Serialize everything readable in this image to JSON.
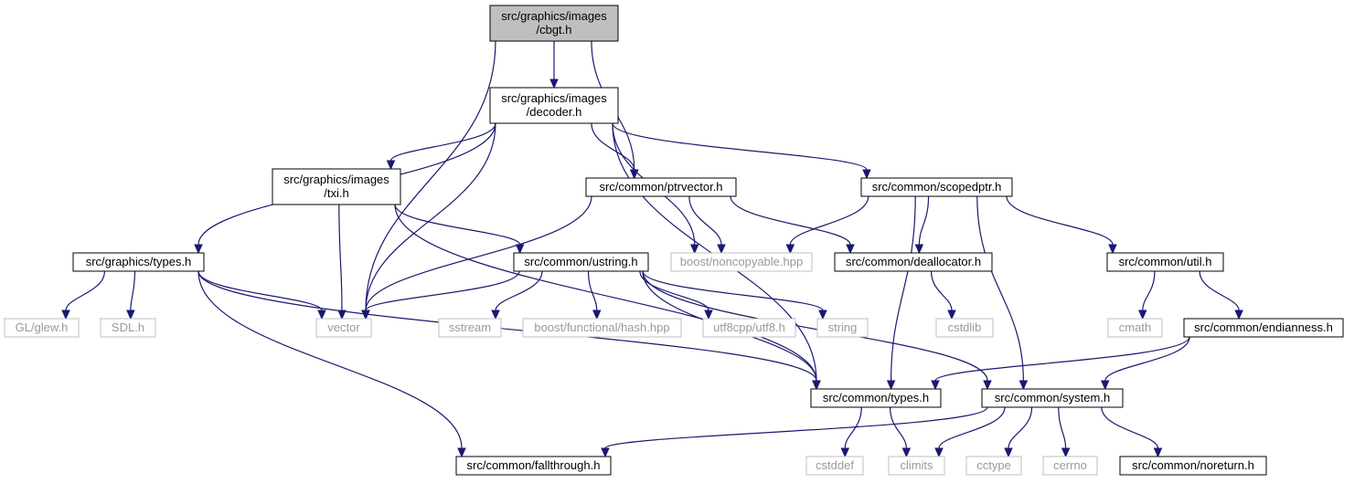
{
  "graph": {
    "nodes": [
      {
        "id": "cbgt",
        "lines": [
          "src/graphics/images",
          "/cbgt.h"
        ],
        "kind": "root"
      },
      {
        "id": "decoder",
        "lines": [
          "src/graphics/images",
          "/decoder.h"
        ],
        "kind": "header"
      },
      {
        "id": "txi",
        "lines": [
          "src/graphics/images",
          "/txi.h"
        ],
        "kind": "header"
      },
      {
        "id": "ptrvector",
        "lines": [
          "src/common/ptrvector.h"
        ],
        "kind": "header"
      },
      {
        "id": "scopedptr",
        "lines": [
          "src/common/scopedptr.h"
        ],
        "kind": "header"
      },
      {
        "id": "gtypes",
        "lines": [
          "src/graphics/types.h"
        ],
        "kind": "header"
      },
      {
        "id": "ustring",
        "lines": [
          "src/common/ustring.h"
        ],
        "kind": "header"
      },
      {
        "id": "noncopyable",
        "lines": [
          "boost/noncopyable.hpp"
        ],
        "kind": "system"
      },
      {
        "id": "deallocator",
        "lines": [
          "src/common/deallocator.h"
        ],
        "kind": "header"
      },
      {
        "id": "util",
        "lines": [
          "src/common/util.h"
        ],
        "kind": "header"
      },
      {
        "id": "glew",
        "lines": [
          "GL/glew.h"
        ],
        "kind": "system"
      },
      {
        "id": "sdl",
        "lines": [
          "SDL.h"
        ],
        "kind": "system"
      },
      {
        "id": "vector",
        "lines": [
          "vector"
        ],
        "kind": "system"
      },
      {
        "id": "sstream",
        "lines": [
          "sstream"
        ],
        "kind": "system"
      },
      {
        "id": "hash",
        "lines": [
          "boost/functional/hash.hpp"
        ],
        "kind": "system"
      },
      {
        "id": "utf8",
        "lines": [
          "utf8cpp/utf8.h"
        ],
        "kind": "system"
      },
      {
        "id": "string",
        "lines": [
          "string"
        ],
        "kind": "system"
      },
      {
        "id": "cstdlib",
        "lines": [
          "cstdlib"
        ],
        "kind": "system"
      },
      {
        "id": "cmath",
        "lines": [
          "cmath"
        ],
        "kind": "system"
      },
      {
        "id": "endianness",
        "lines": [
          "src/common/endianness.h"
        ],
        "kind": "header"
      },
      {
        "id": "ctypes",
        "lines": [
          "src/common/types.h"
        ],
        "kind": "header"
      },
      {
        "id": "system",
        "lines": [
          "src/common/system.h"
        ],
        "kind": "header"
      },
      {
        "id": "fallthrough",
        "lines": [
          "src/common/fallthrough.h"
        ],
        "kind": "header"
      },
      {
        "id": "cstddef",
        "lines": [
          "cstddef"
        ],
        "kind": "system"
      },
      {
        "id": "climits",
        "lines": [
          "climits"
        ],
        "kind": "system"
      },
      {
        "id": "cctype",
        "lines": [
          "cctype"
        ],
        "kind": "system"
      },
      {
        "id": "cerrno",
        "lines": [
          "cerrno"
        ],
        "kind": "system"
      },
      {
        "id": "noreturn",
        "lines": [
          "src/common/noreturn.h"
        ],
        "kind": "header"
      }
    ],
    "edges": [
      [
        "cbgt",
        "decoder"
      ],
      [
        "cbgt",
        "ptrvector"
      ],
      [
        "cbgt",
        "vector"
      ],
      [
        "decoder",
        "txi"
      ],
      [
        "decoder",
        "ptrvector"
      ],
      [
        "decoder",
        "scopedptr"
      ],
      [
        "decoder",
        "gtypes"
      ],
      [
        "decoder",
        "vector"
      ],
      [
        "decoder",
        "noncopyable"
      ],
      [
        "decoder",
        "ctypes"
      ],
      [
        "txi",
        "ustring"
      ],
      [
        "txi",
        "vector"
      ],
      [
        "txi",
        "ctypes"
      ],
      [
        "ptrvector",
        "vector"
      ],
      [
        "ptrvector",
        "noncopyable"
      ],
      [
        "ptrvector",
        "deallocator"
      ],
      [
        "scopedptr",
        "noncopyable"
      ],
      [
        "scopedptr",
        "deallocator"
      ],
      [
        "scopedptr",
        "util"
      ],
      [
        "scopedptr",
        "ctypes"
      ],
      [
        "scopedptr",
        "system"
      ],
      [
        "gtypes",
        "glew"
      ],
      [
        "gtypes",
        "sdl"
      ],
      [
        "gtypes",
        "vector"
      ],
      [
        "gtypes",
        "ctypes"
      ],
      [
        "gtypes",
        "fallthrough"
      ],
      [
        "ustring",
        "vector"
      ],
      [
        "ustring",
        "sstream"
      ],
      [
        "ustring",
        "hash"
      ],
      [
        "ustring",
        "utf8"
      ],
      [
        "ustring",
        "string"
      ],
      [
        "ustring",
        "ctypes"
      ],
      [
        "ustring",
        "system"
      ],
      [
        "deallocator",
        "cstdlib"
      ],
      [
        "util",
        "cmath"
      ],
      [
        "util",
        "endianness"
      ],
      [
        "endianness",
        "ctypes"
      ],
      [
        "endianness",
        "system"
      ],
      [
        "ctypes",
        "cstddef"
      ],
      [
        "ctypes",
        "climits"
      ],
      [
        "system",
        "fallthrough"
      ],
      [
        "system",
        "climits"
      ],
      [
        "system",
        "cctype"
      ],
      [
        "system",
        "cerrno"
      ],
      [
        "system",
        "noreturn"
      ]
    ]
  },
  "colors": {
    "edge": "#191970",
    "root_fill": "#bfbfbf",
    "header_stroke": "#000000",
    "system_stroke": "#bfbfbf",
    "system_text": "#9a9a9a"
  }
}
